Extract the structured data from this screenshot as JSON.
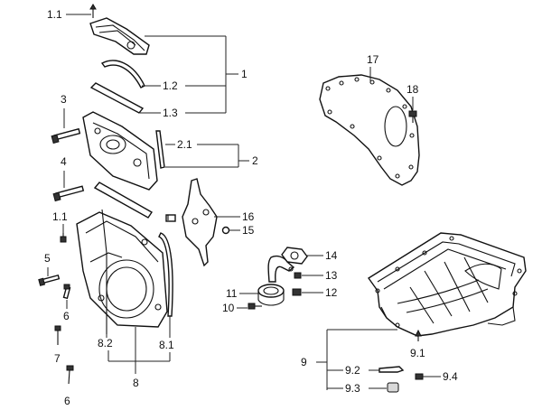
{
  "labels": {
    "l1_1_top": "1.1",
    "l1": "1",
    "l1_2": "1.2",
    "l1_3": "1.3",
    "l3": "3",
    "l2_1": "2.1",
    "l2": "2",
    "l4": "4",
    "l1_1_mid": "1.1",
    "l16": "16",
    "l15": "15",
    "l5": "5",
    "l6_a": "6",
    "l7": "7",
    "l6_b": "6",
    "l8_2": "8.2",
    "l8_1": "8.1",
    "l8": "8",
    "l17": "17",
    "l18": "18",
    "l14": "14",
    "l13": "13",
    "l11": "11",
    "l12": "12",
    "l10": "10",
    "l9": "9",
    "l9_1": "9.1",
    "l9_2": "9.2",
    "l9_3": "9.3",
    "l9_4": "9.4"
  }
}
